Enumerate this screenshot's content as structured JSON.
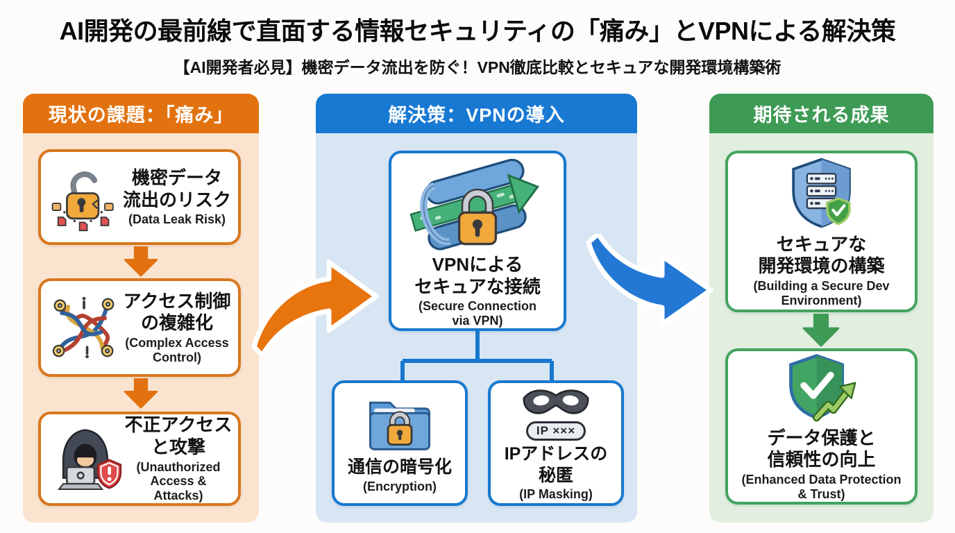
{
  "title": "AI開発の最前線で直面する情報セキュリティの「痛み」とVPNによる解決策",
  "subtitle": "【AI開発者必見】機密データ流出を防ぐ！VPN徹底比較とセキュアな開発環境構築術",
  "colors": {
    "orange": "#E2720F",
    "blue": "#1879D3",
    "green": "#3E9B55",
    "panel_orange": "#FAE4D0",
    "panel_blue": "#D8E6F4",
    "panel_green": "#E1EEE0"
  },
  "problems": {
    "header": "現状の課題：「痛み」",
    "items": [
      {
        "jp1": "機密データ",
        "jp2": "流出のリスク",
        "en": "(Data Leak Risk)",
        "icon": "open-padlock-data-leak"
      },
      {
        "jp1": "アクセス制御",
        "jp2": "の複雑化",
        "en": "(Complex Access Control)",
        "icon": "tangled-wires-keys"
      },
      {
        "jp1": "不正アクセス",
        "jp2": "と攻撃",
        "en": "(Unauthorized Access & Attacks)",
        "icon": "hacker-warning-shield"
      }
    ]
  },
  "solution": {
    "header": "解決策：VPNの導入",
    "main": {
      "jp1": "VPNによる",
      "jp2": "セキュアな接続",
      "en": "(Secure Connection via VPN)",
      "icon": "vpn-tunnel-lock"
    },
    "sub": [
      {
        "jp1": "通信の暗号化",
        "jp2": "",
        "en": "(Encryption)",
        "icon": "locked-folder"
      },
      {
        "jp1": "IPアドレスの",
        "jp2": "秘匿",
        "en": "(IP Masking)",
        "icon": "mask",
        "badge": "IP ×××"
      }
    ]
  },
  "outcomes": {
    "header": "期待される成果",
    "items": [
      {
        "jp1": "セキュアな",
        "jp2": "開発環境の構築",
        "en": "(Building a Secure Dev Environment)",
        "icon": "shield-server-check"
      },
      {
        "jp1": "データ保護と",
        "jp2": "信頼性の向上",
        "en": "(Enhanced Data Protection & Trust)",
        "icon": "shield-check-growth"
      }
    ]
  }
}
